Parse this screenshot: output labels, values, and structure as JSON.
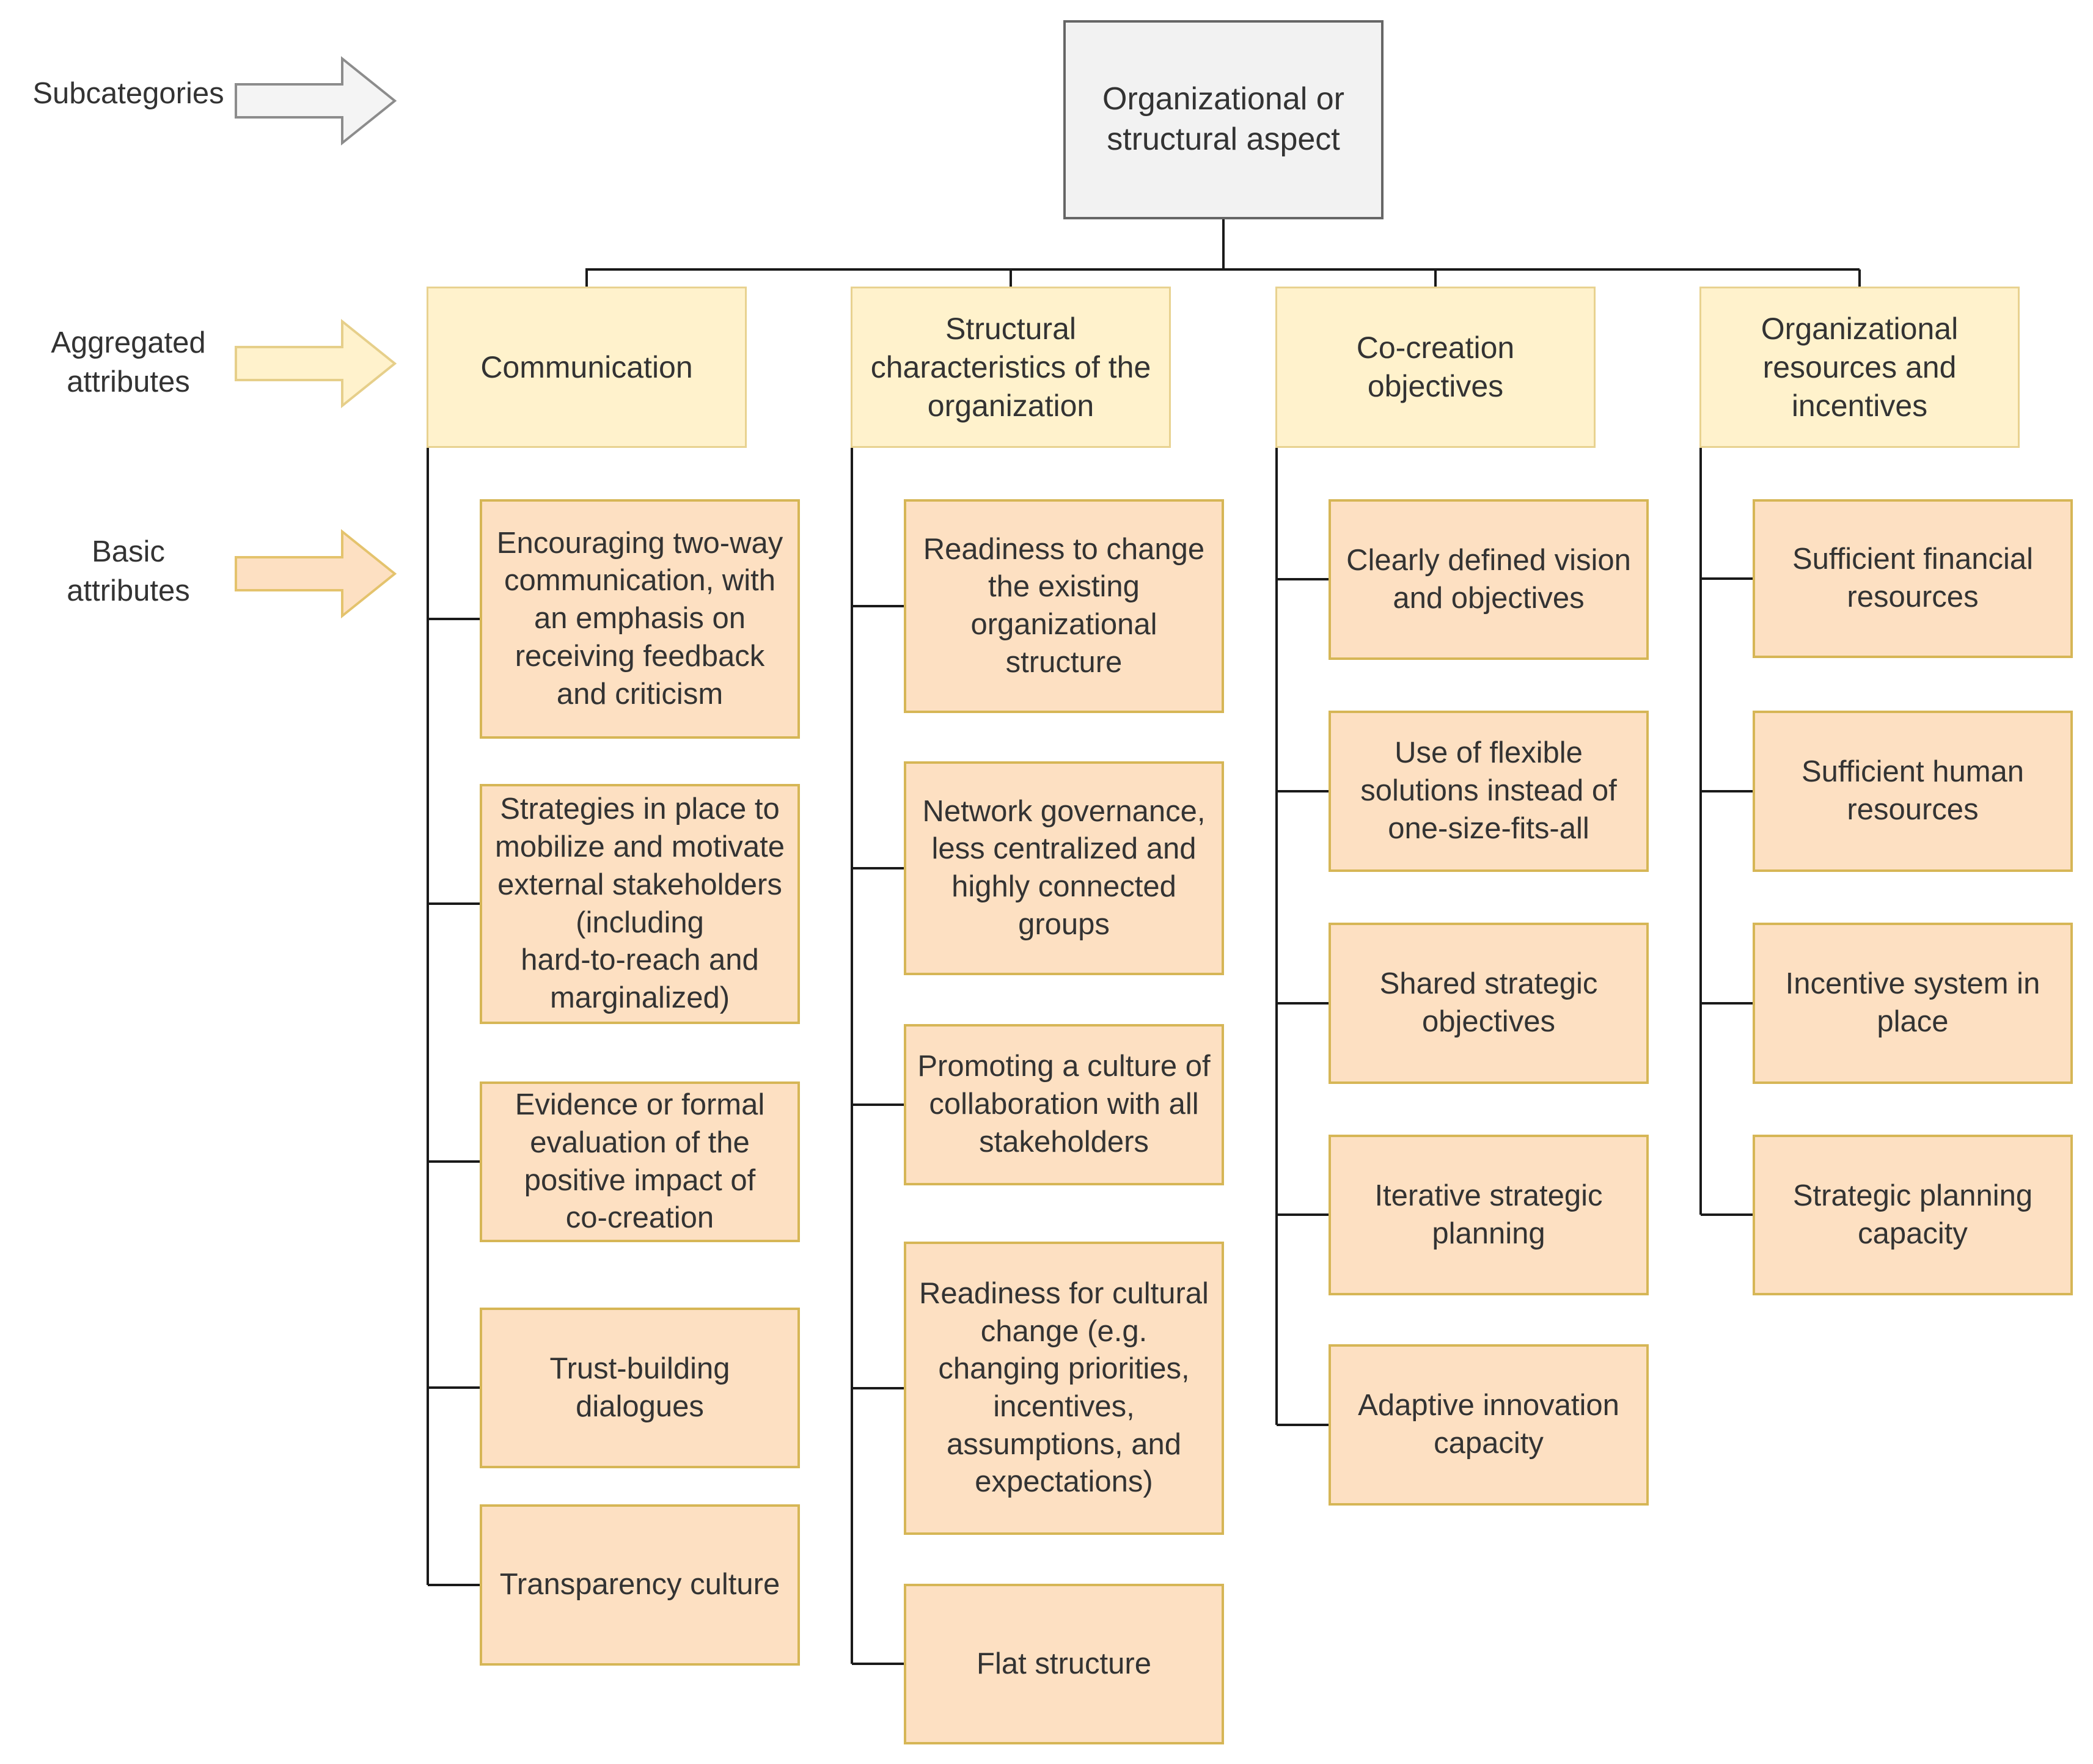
{
  "legend": [
    {
      "label": "Subcategories",
      "fill": "#f4f4f4",
      "stroke": "#8c8c8c"
    },
    {
      "label": "Aggregated\nattributes",
      "fill": "#fff2cc",
      "stroke": "#e6cf8a"
    },
    {
      "label": "Basic\nattributes",
      "fill": "#fde0c2",
      "stroke": "#e4c36d"
    }
  ],
  "root": {
    "label": "Organizational or\nstructural aspect"
  },
  "columns": [
    {
      "label": "Communication",
      "items": [
        "Encouraging two-way\ncommunication, with\nan emphasis on\nreceiving feedback\nand criticism",
        "Strategies in place to\nmobilize and motivate\nexternal stakeholders\n(including\nhard-to-reach and\nmarginalized)",
        "Evidence or formal\nevaluation of the\npositive impact of\nco-creation",
        "Trust-building\ndialogues",
        "Transparency culture"
      ]
    },
    {
      "label": "Structural\ncharacteristics of the\norganization",
      "items": [
        "Readiness to change\nthe existing\norganizational\nstructure",
        "Network governance,\nless centralized and\nhighly connected\ngroups",
        "Promoting a culture of\ncollaboration with all\nstakeholders",
        "Readiness for cultural\nchange (e.g.\nchanging priorities,\nincentives,\nassumptions, and\nexpectations)",
        "Flat structure"
      ]
    },
    {
      "label": "Co-creation\nobjectives",
      "items": [
        "Clearly defined vision\nand objectives",
        "Use of flexible\nsolutions instead of\none-size-fits-all",
        "Shared strategic\nobjectives",
        "Iterative strategic\nplanning",
        "Adaptive innovation\ncapacity"
      ]
    },
    {
      "label": "Organizational\nresources and\nincentives",
      "items": [
        "Sufficient financial\nresources",
        "Sufficient human\nresources",
        "Incentive system in\nplace",
        "Strategic planning\ncapacity"
      ]
    }
  ],
  "colors": {
    "root_fill": "#f2f2f2",
    "aggregated_fill": "#fff2cc",
    "basic_fill": "#fde0c2",
    "basic_stroke": "#d6b656",
    "connector": "#1a1a1a"
  }
}
